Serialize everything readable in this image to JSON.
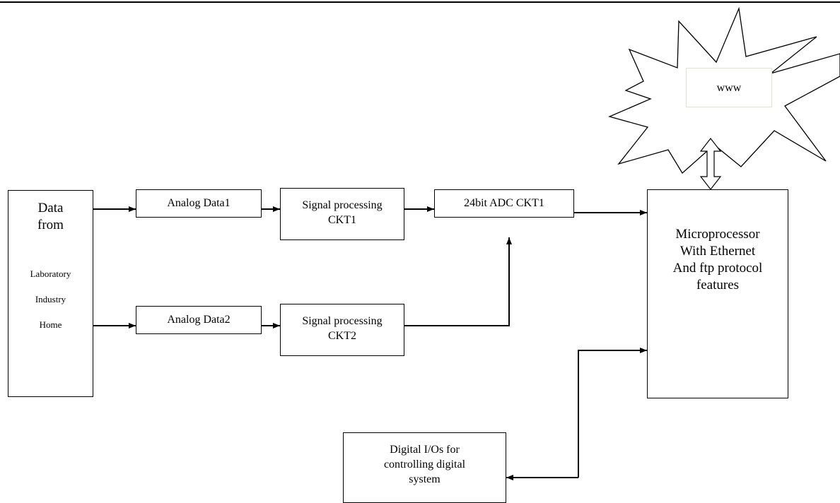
{
  "source_box": {
    "title_lines": [
      "Data",
      "from"
    ],
    "items": [
      "Laboratory",
      "Industry",
      "Home"
    ]
  },
  "analog_data_1": "Analog Data1",
  "analog_data_2": "Analog Data2",
  "signal_proc_1": [
    "Signal processing",
    "CKT1"
  ],
  "signal_proc_2": [
    "Signal processing",
    "CKT2"
  ],
  "adc": "24bit ADC CKT1",
  "microprocessor": [
    "Microprocessor",
    "With Ethernet",
    "And ftp protocol",
    "features"
  ],
  "digital_io": [
    "Digital I/Os for",
    "controlling digital",
    "system"
  ],
  "internet": "www",
  "colors": {
    "line": "#000000",
    "www_box_border": "#e4e2cf"
  }
}
